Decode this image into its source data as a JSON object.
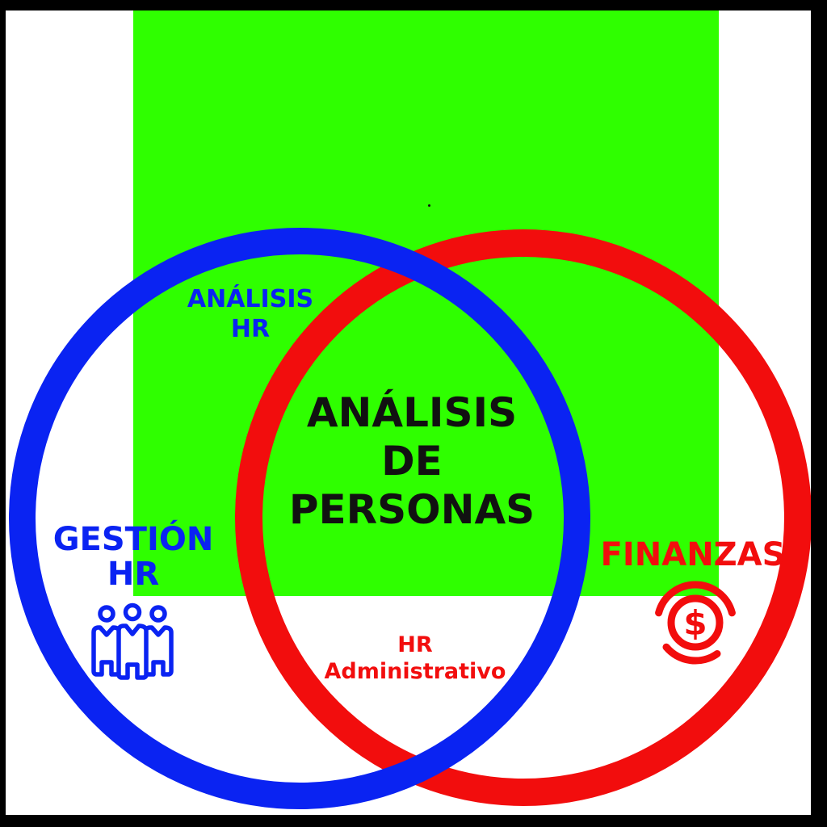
{
  "colors": {
    "frame": "#000000",
    "background": "#ffffff",
    "green": "#2fff00",
    "blue": "#0a23f2",
    "red": "#f20d0d",
    "ink": "#111111"
  },
  "diagram": {
    "type": "venn",
    "left_circle": {
      "color": "#0a23f2",
      "region_label_line1": "ANÁLISIS",
      "region_label_line2": "HR",
      "title_line1": "GESTIÓN",
      "title_line2": "HR",
      "icon": "people-icon"
    },
    "right_circle": {
      "color": "#f20d0d",
      "title": "FINANZAS",
      "icon": "money-circulation-icon",
      "currency_symbol": "$",
      "region_label_line1": "HR",
      "region_label_line2": "Administrativo"
    },
    "intersection_label_line1": "ANÁLISIS",
    "intersection_label_line2": "DE",
    "intersection_label_line3": "PERSONAS"
  }
}
